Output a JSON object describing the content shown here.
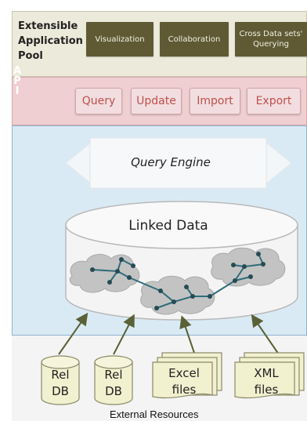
{
  "pool": {
    "title": "Extensible Application Pool",
    "boxes": [
      "Visualization",
      "Collaboration",
      "Cross Data sets' Querying"
    ]
  },
  "api": {
    "letters": [
      "A",
      "P",
      "I"
    ],
    "buttons": [
      "Query",
      "Update",
      "Import",
      "Export"
    ]
  },
  "query_engine": {
    "label": "Query Engine"
  },
  "linked_data": {
    "label": "Linked Data"
  },
  "resources": {
    "items": [
      {
        "type": "database",
        "label": "Rel DB"
      },
      {
        "type": "database",
        "label": "Rel DB"
      },
      {
        "type": "files",
        "label": "Excel files"
      },
      {
        "type": "files",
        "label": "XML files"
      }
    ],
    "caption": "External Resources"
  },
  "colors": {
    "pool_bg": "#eceadb",
    "pool_box": "#5f5a34",
    "api_bg": "#efcfd1",
    "api_text": "#c0504d",
    "linked_bg": "#daeaf5",
    "cloud": "#bfbfbf",
    "graph_edge": "#2f6d7a",
    "resource_fill": "#f1f0cf"
  }
}
